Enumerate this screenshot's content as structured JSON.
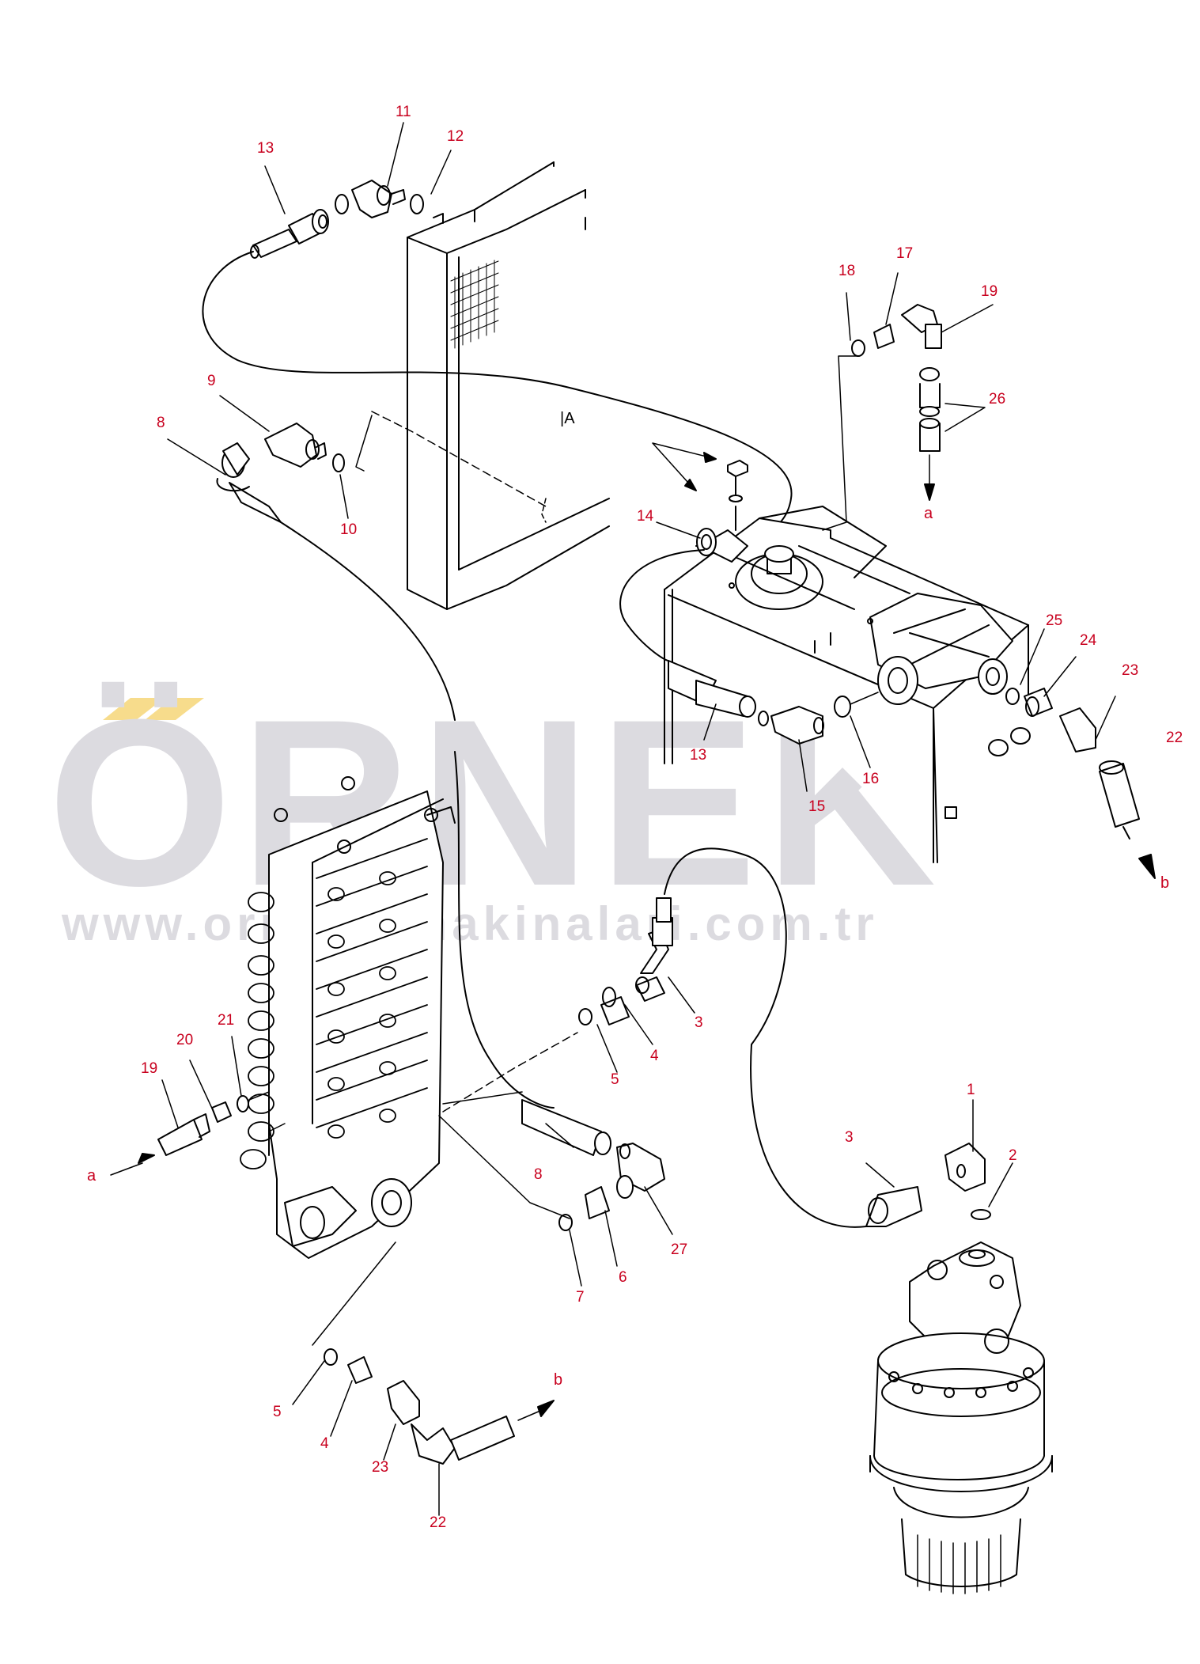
{
  "watermark": {
    "brand": "ÖRNEK",
    "url": "www.ornekismakinalari.com.tr",
    "color": "#dcdbe0",
    "accent_color": "#f7dc8c"
  },
  "section_label": "|A",
  "label_color": "#c8001e",
  "line_color": "#000000",
  "callouts": {
    "top_left": [
      "13",
      "11",
      "12",
      "9",
      "8",
      "10"
    ],
    "tank": [
      "14",
      "13",
      "15",
      "16",
      "25",
      "24",
      "23",
      "22"
    ],
    "tank_top": [
      "18",
      "17",
      "19",
      "26"
    ],
    "valve_right": [
      "3",
      "4",
      "5",
      "8",
      "27",
      "6",
      "7"
    ],
    "valve_left": [
      "19",
      "20",
      "21"
    ],
    "valve_bottom": [
      "5",
      "4",
      "23",
      "22"
    ],
    "motor": [
      "1",
      "2",
      "3"
    ]
  },
  "arrow_letters": {
    "a_top": "a",
    "b_right": "b",
    "a_left": "a",
    "b_bottom": "b"
  }
}
